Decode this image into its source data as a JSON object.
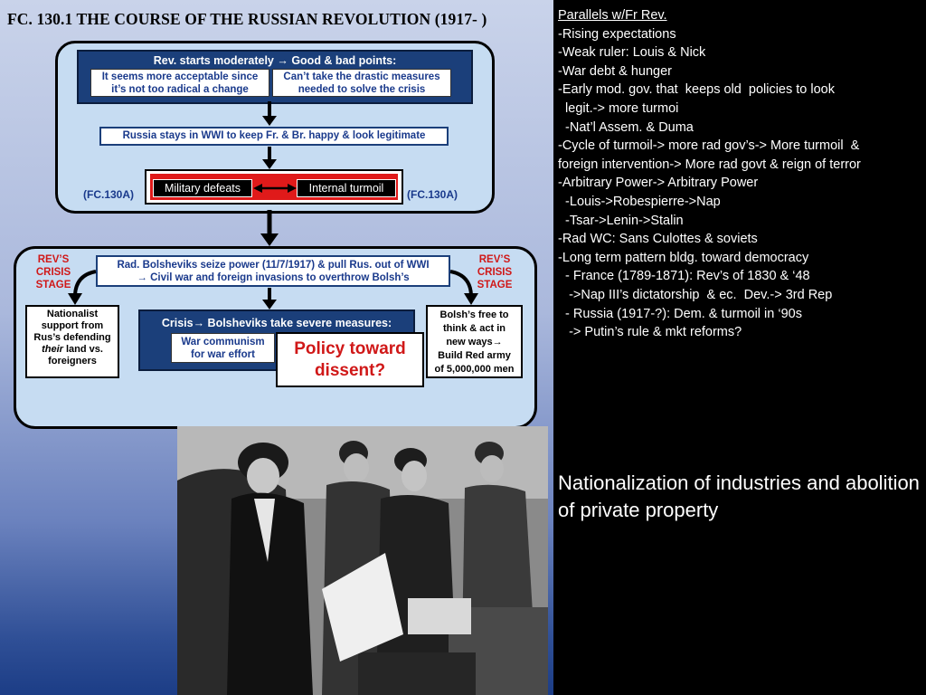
{
  "title": "FC. 130.1 THE COURSE OF THE RUSSIAN REVOLUTION (1917-  )",
  "top": {
    "header": "Rev. starts moderately → Good & bad points:",
    "good": [
      "It seems more acceptable since",
      "it’s not too radical a change"
    ],
    "bad": [
      "Can’t take the drastic measures",
      "needed to solve the crisis"
    ],
    "wwi": "Russia stays in WWI to keep Fr. & Br. happy & look legitimate",
    "military": "Military defeats",
    "turmoil": "Internal turmoil",
    "ref_left": "(FC.130A)",
    "ref_right": "(FC.130A)"
  },
  "bottom": {
    "seize": [
      "Rad. Bolsheviks seize power (11/7/1917) & pull Rus. out of WWI",
      "→ Civil war and foreign invasions to overthrow Bolsh’s"
    ],
    "crisis_left": [
      "REV’S",
      "CRISIS",
      "STAGE"
    ],
    "crisis_right": [
      "REV’S",
      "CRISIS",
      "STAGE"
    ],
    "nationalist": [
      "Nationalist",
      "support from",
      "Rus’s defending",
      "their",
      " land vs.",
      "foreigners"
    ],
    "crisis_header": "Crisis→ Bolsheviks take severe measures:",
    "war_communism": [
      "War communism",
      "for war effort"
    ],
    "policy": [
      "Policy toward",
      "dissent?"
    ],
    "bolsh_free": [
      "Bolsh’s free to",
      "think & act in",
      "new ways→",
      "Build Red army",
      "of 5,000,000 men"
    ]
  },
  "right": {
    "lines": [
      "Parallels w/Fr Rev.",
      "-Rising expectations",
      "-Weak ruler: Louis & Nick",
      "-War debt & hunger",
      "-Early mod. gov. that  keeps old  policies to look",
      "  legit.-> more turmoi",
      "  -Nat’l Assem. & Duma",
      "-Cycle of turmoil-> more rad gov’s-> More turmoil  &",
      "foreign intervention-> More rad govt & reign of terror",
      "-Arbitrary Power-> Arbitrary Power",
      "  -Louis->Robespierre->Nap",
      "  -Tsar->Lenin->Stalin",
      "-Rad WC: Sans Culottes & soviets",
      "-Long term pattern bldg. toward democracy",
      "  - France (1789-1871): Rev’s of 1830 & ‘48",
      "   ->Nap III’s dictatorship  & ec.  Dev.-> 3rd Rep",
      "  - Russia (1917-?): Dem. & turmoil in ‘90s",
      "   -> Putin’s rule & mkt reforms?"
    ],
    "nationalization": "Nationalization of industries and abolition of private property"
  },
  "colors": {
    "navy": "#1b3f7a",
    "accent_red": "#d01818",
    "frame_fill": "#c6dcf2",
    "text_blue": "#1a3a8c"
  },
  "icons": [
    "arrow-down-icon",
    "double-arrow-icon",
    "curved-arrow-icon"
  ]
}
